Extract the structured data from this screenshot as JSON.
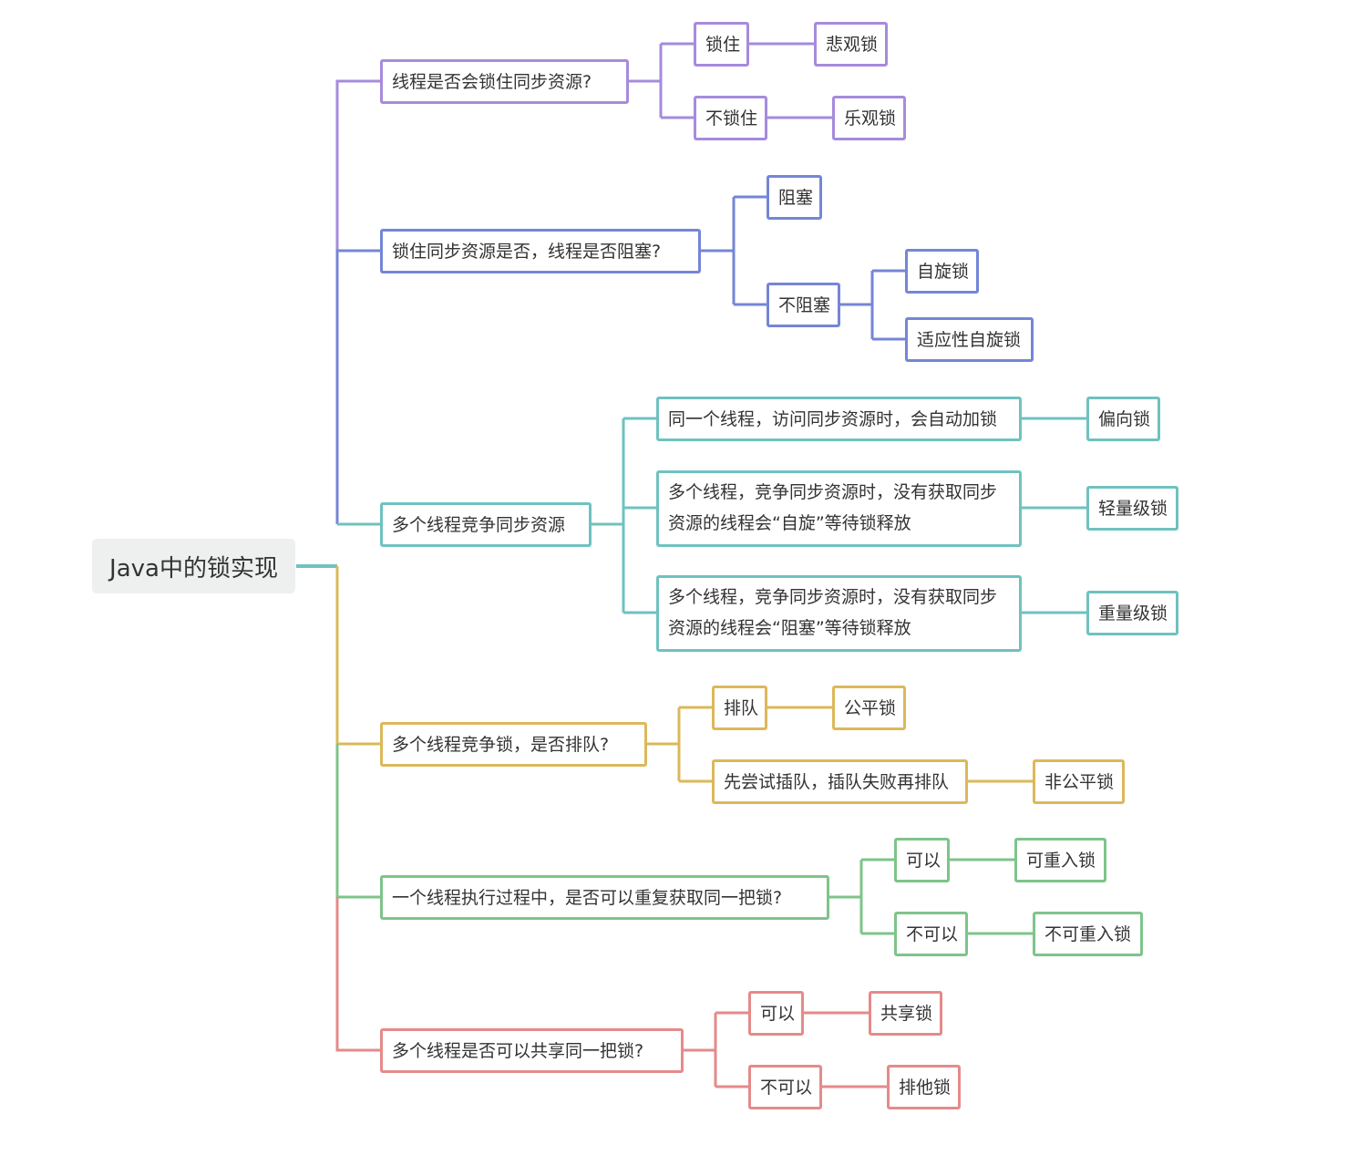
{
  "root": {
    "label": "Java中的锁实现"
  },
  "branches": [
    {
      "label": "线程是否会锁住同步资源?",
      "color": "#a68bdc",
      "children": [
        {
          "label": "锁住",
          "leaf": "悲观锁"
        },
        {
          "label": "不锁住",
          "leaf": "乐观锁"
        }
      ]
    },
    {
      "label": "锁住同步资源是否，线程是否阻塞?",
      "color": "#7486d6",
      "children": [
        {
          "label": "阻塞"
        },
        {
          "label": "不阻塞",
          "leaves": [
            "自旋锁",
            "适应性自旋锁"
          ]
        }
      ]
    },
    {
      "label": "多个线程竞争同步资源",
      "color": "#6fc2c0",
      "children": [
        {
          "label": "同一个线程，访问同步资源时，会自动加锁",
          "leaf": "偏向锁"
        },
        {
          "label": "多个线程，竞争同步资源时，没有获取同步资源的线程会“自旋”等待锁释放",
          "leaf": "轻量级锁"
        },
        {
          "label": "多个线程，竞争同步资源时，没有获取同步资源的线程会“阻塞”等待锁释放",
          "leaf": "重量级锁"
        }
      ]
    },
    {
      "label": "多个线程竞争锁，是否排队?",
      "color": "#dcb85a",
      "children": [
        {
          "label": "排队",
          "leaf": "公平锁"
        },
        {
          "label": "先尝试插队，插队失败再排队",
          "leaf": "非公平锁"
        }
      ]
    },
    {
      "label": "一个线程执行过程中，是否可以重复获取同一把锁?",
      "color": "#7ec48a",
      "children": [
        {
          "label": "可以",
          "leaf": "可重入锁"
        },
        {
          "label": "不可以",
          "leaf": "不可重入锁"
        }
      ]
    },
    {
      "label": "多个线程是否可以共享同一把锁?",
      "color": "#e58a8a",
      "children": [
        {
          "label": "可以",
          "leaf": "共享锁"
        },
        {
          "label": "不可以",
          "leaf": "排他锁"
        }
      ]
    }
  ]
}
